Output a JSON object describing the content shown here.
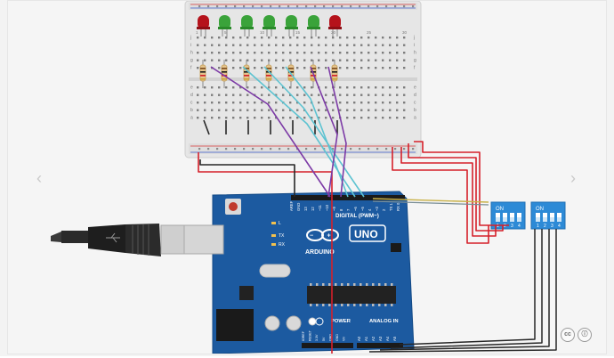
{
  "breadcrumb_nav": {
    "prev_arrow": "‹",
    "next_arrow": "›"
  },
  "license_badge": {
    "cc_label": "cc",
    "by_label": "ⓘ"
  },
  "board": {
    "pin_header_labels": [
      "AREF",
      "GND",
      "13",
      "12",
      "~11",
      "~10",
      "~9",
      "8",
      "7",
      "~6",
      "~5",
      "4",
      "~3",
      "2",
      "TX 1",
      "RX 0"
    ],
    "digital_label": "DIGITAL (PWM~)",
    "brand_label": "ARDUINO",
    "model_label": "UNO",
    "led_labels": [
      "L",
      "TX",
      "RX"
    ],
    "power_label": "POWER",
    "analog_label": "ANALOG IN",
    "power_pins": [
      "IOREF",
      "RESET",
      "3.3V",
      "5V",
      "GND",
      "GND",
      "Vin"
    ],
    "analog_pins": [
      "A0",
      "A1",
      "A2",
      "A3",
      "A4",
      "A5"
    ]
  },
  "dip_switches": [
    {
      "on_label": "ON",
      "numbers": [
        "1",
        "2",
        "3",
        "4"
      ]
    },
    {
      "on_label": "ON",
      "numbers": [
        "1",
        "2",
        "3",
        "4"
      ]
    }
  ],
  "breadboard": {
    "row_letters_top": [
      "j",
      "i",
      "h",
      "g",
      "f"
    ],
    "row_letters_bottom": [
      "e",
      "d",
      "c",
      "b",
      "a"
    ],
    "column_numbers_top": [
      "1",
      "5",
      "10",
      "15",
      "20",
      "25",
      "30"
    ]
  },
  "colors": {
    "board_blue": "#1c5aa0",
    "red_wire": "#d5202a",
    "black_wire": "#262626",
    "cyan_wire": "#5dc3d1",
    "purple_wire": "#7c3aa6",
    "led_green": "#3aa33a",
    "led_red": "#b5121b",
    "dip_blue": "#2d8ad6"
  }
}
